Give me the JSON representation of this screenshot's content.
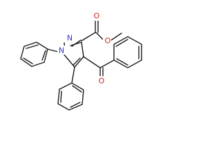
{
  "molecule": {
    "atom_colors": {
      "N": "#3333cc",
      "O": "#cc2222",
      "C": "#1a1a1a"
    },
    "labels": {
      "n2": "N",
      "n1": "N",
      "o_carbonyl_ester": "O",
      "o_ester": "O",
      "o_ketone": "O"
    }
  }
}
